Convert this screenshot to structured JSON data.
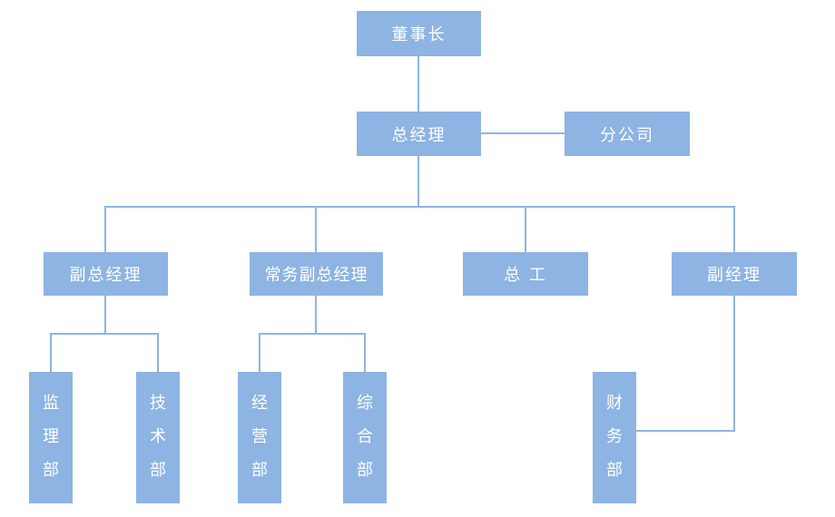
{
  "nodes": {
    "chairman": "董事长",
    "general_manager": "总经理",
    "branch_company": "分公司",
    "deputy_general_manager": "副总经理",
    "executive_deputy_general_manager": "常务副总经理",
    "chief_engineer": "总 工",
    "deputy_manager": "副经理",
    "supervision_dept": "监理部",
    "technical_dept": "技术部",
    "operations_dept": "经营部",
    "general_affairs_dept": "综合部",
    "finance_dept": "财务部"
  },
  "hierarchy": {
    "chairman": [
      "general_manager"
    ],
    "general_manager": [
      "deputy_general_manager",
      "executive_deputy_general_manager",
      "chief_engineer",
      "deputy_manager"
    ],
    "general_manager_side_link": [
      "branch_company"
    ],
    "deputy_general_manager": [
      "supervision_dept",
      "technical_dept"
    ],
    "executive_deputy_general_manager": [
      "operations_dept",
      "general_affairs_dept"
    ],
    "deputy_manager": [
      "finance_dept"
    ]
  },
  "colors": {
    "box_fill": "#8DB4E2",
    "connector": "#8DB4E2",
    "text": "#FFFFFF",
    "background": "#FFFFFF"
  }
}
